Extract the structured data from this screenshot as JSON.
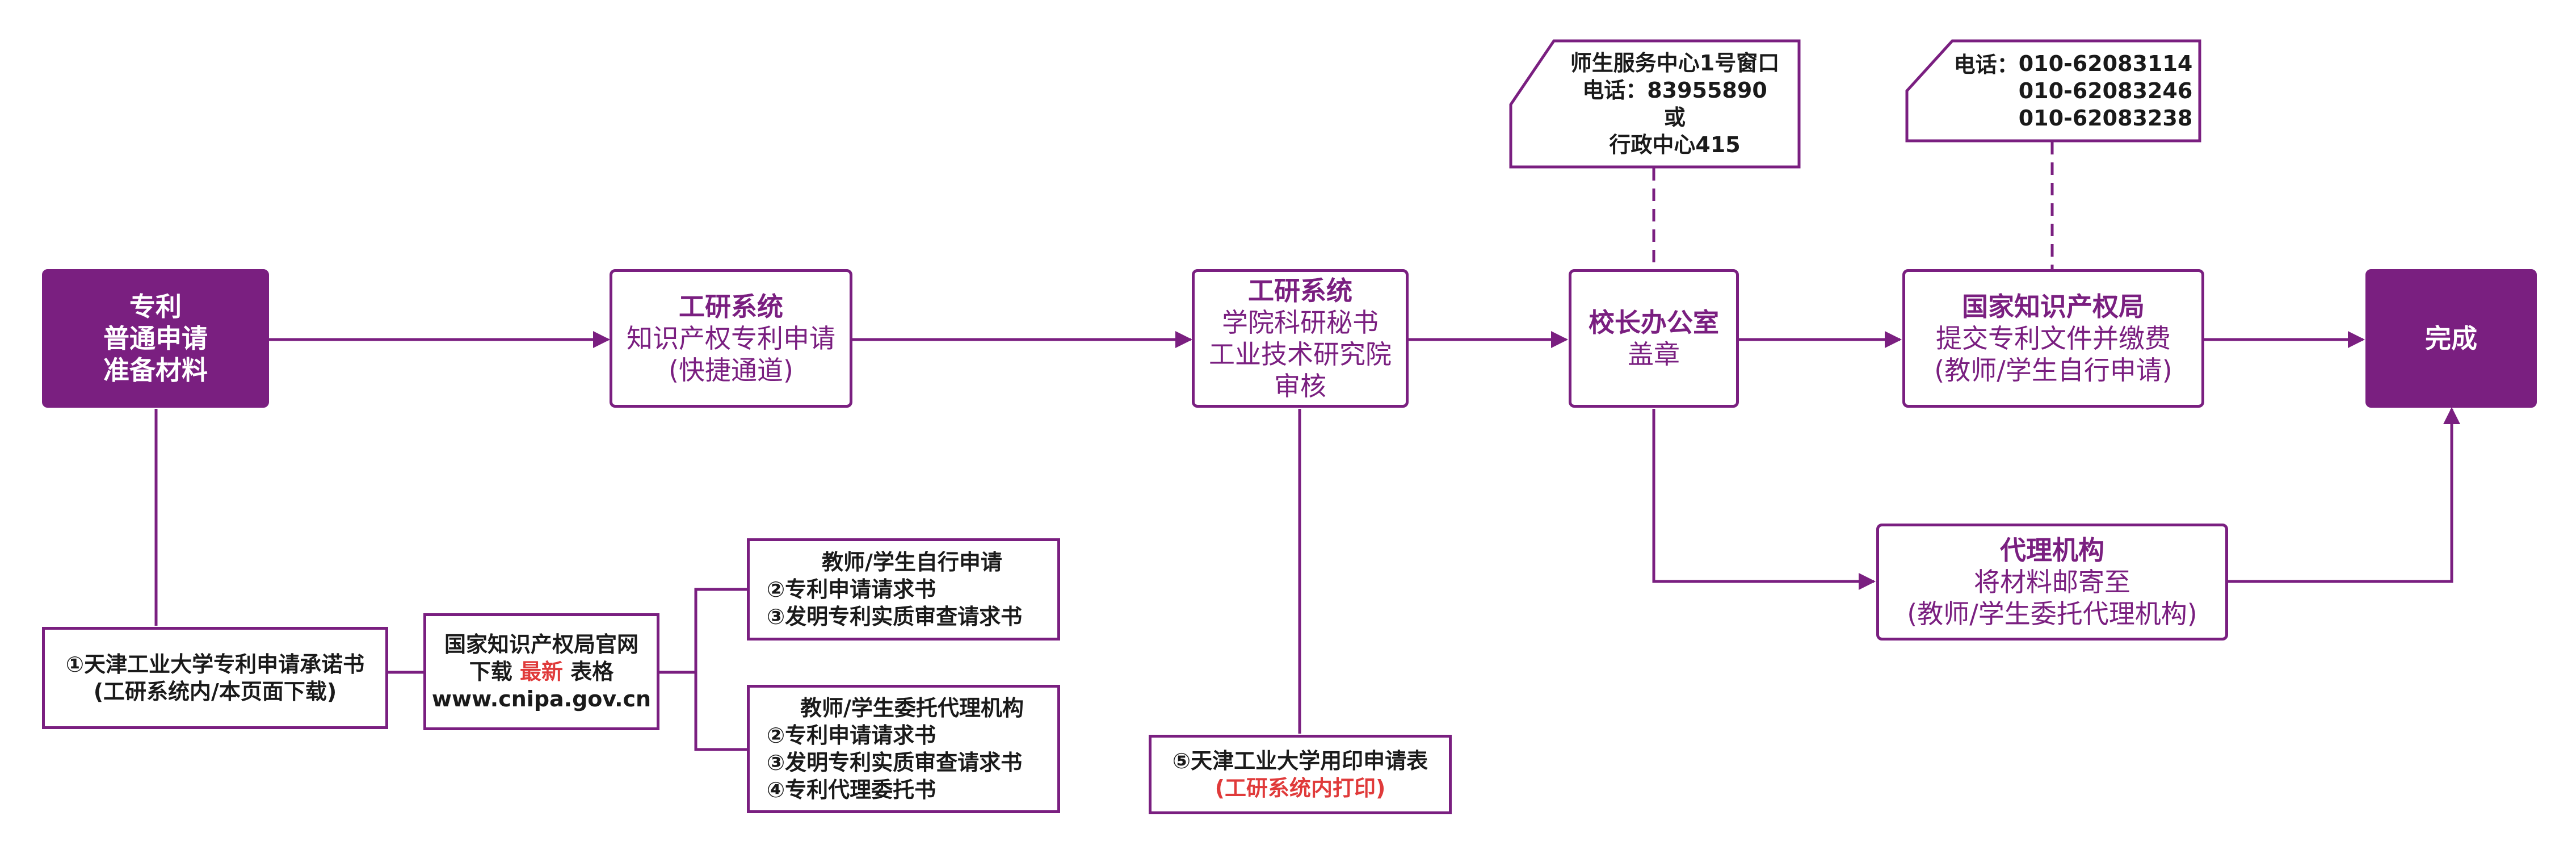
{
  "colors": {
    "primary": "#7a1f80",
    "highlight": "#e03a3a",
    "text": "#1a1a1a",
    "background": "#ffffff"
  },
  "nodes": {
    "start": {
      "lines": [
        "专利",
        "普通申请",
        "准备材料"
      ]
    },
    "gongyan_apply": {
      "title": "工研系统",
      "lines": [
        "知识产权专利申请",
        "(快捷通道)"
      ]
    },
    "gongyan_review": {
      "title": "工研系统",
      "lines": [
        "学院科研秘书",
        "工业技术研究院",
        "审核"
      ]
    },
    "president_office": {
      "title": "校长办公室",
      "lines": [
        "盖章"
      ]
    },
    "cnipa": {
      "title": "国家知识产权局",
      "lines": [
        "提交专利文件并缴费",
        "(教师/学生自行申请)"
      ]
    },
    "agency": {
      "title": "代理机构",
      "lines": [
        "将材料邮寄至",
        "(教师/学生委托代理机构)"
      ]
    },
    "done": {
      "label": "完成"
    }
  },
  "documents": {
    "commitment": {
      "lines": [
        "①天津工业大学专利申请承诺书",
        "(工研系统内/本页面下载)"
      ]
    },
    "download": {
      "line1": "国家知识产权局官网",
      "line2_prefix": "下载 ",
      "line2_highlight": "最新",
      "line2_suffix": " 表格",
      "line3": "www.cnipa.gov.cn"
    },
    "self_apply": {
      "heading": "教师/学生自行申请",
      "items": [
        "②专利申请请求书",
        "③发明专利实质审查请求书"
      ]
    },
    "agency_apply": {
      "heading": "教师/学生委托代理机构",
      "items": [
        "②专利申请请求书",
        "③发明专利实质审查请求书",
        "④专利代理委托书"
      ]
    },
    "seal_form": {
      "line1": "⑤天津工业大学用印申请表",
      "line2": "(工研系统内打印)"
    }
  },
  "callouts": {
    "service_center": {
      "lines": [
        "师生服务中心1号窗口",
        "电话：83955890",
        "或",
        "行政中心415"
      ]
    },
    "cnipa_phone": {
      "label": "电话：",
      "numbers": [
        "010-62083114",
        "010-62083246",
        "010-62083238"
      ]
    }
  }
}
